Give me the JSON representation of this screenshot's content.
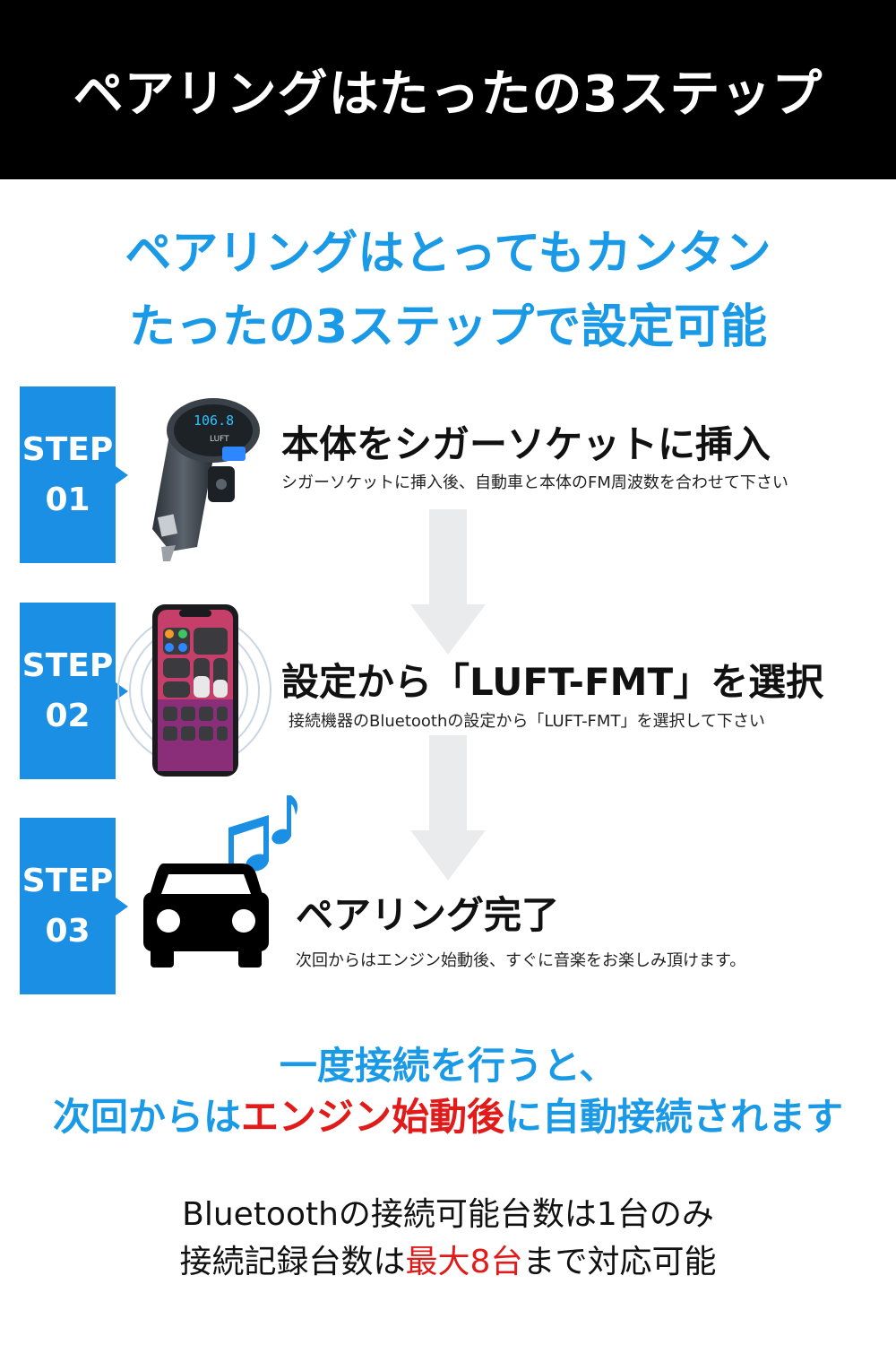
{
  "header": {
    "title": "ペアリングはたったの3ステップ"
  },
  "lead": {
    "line1": "ペアリングはとってもカンタン",
    "line2": "たったの3ステップで設定可能"
  },
  "device": {
    "display": "106.8",
    "brand": "LUFT"
  },
  "steps": [
    {
      "label": "STEP",
      "number": "01",
      "title": "本体をシガーソケットに挿入",
      "desc": "シガーソケットに挿入後、自動車と本体のFM周波数を合わせて下さい"
    },
    {
      "label": "STEP",
      "number": "02",
      "title": "設定から「LUFT-FMT」を選択",
      "desc": "接続機器のBluetoothの設定から「LUFT-FMT」を選択して下さい"
    },
    {
      "label": "STEP",
      "number": "03",
      "title": "ペアリング完了",
      "desc": "次回からはエンジン始動後、すぐに音楽をお楽しみ頂けます。"
    }
  ],
  "closing": {
    "line1": "一度接続を行うと、",
    "line2_a": "次回からは",
    "line2_b": "エンジン始動後",
    "line2_c": "に自動接続されます"
  },
  "note": {
    "line1": "Bluetoothの接続可能台数は1台のみ",
    "line2_a": "接続記録台数は",
    "line2_b": "最大8台",
    "line2_c": "まで対応可能"
  },
  "colors": {
    "accent_blue": "#1a9ae6",
    "badge_blue": "#1a8fe3",
    "highlight_red": "#e11a1a",
    "header_bg": "#000000"
  }
}
